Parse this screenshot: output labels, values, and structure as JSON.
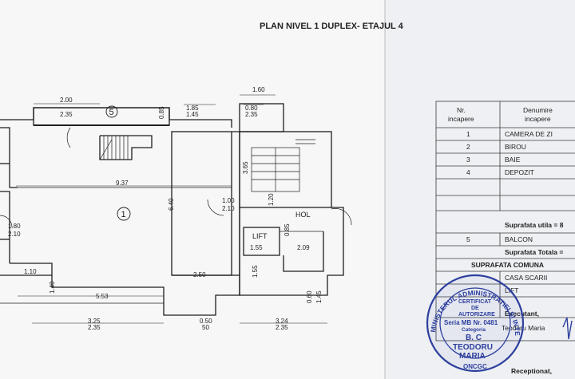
{
  "document": {
    "title": "PLAN NIVEL 1 DUPLEX- ETAJUL 4"
  },
  "plan": {
    "dimensions": {
      "d1_60": "1.60",
      "d2_00": "2.00",
      "d2_35a": "2.35",
      "d0_85": "0.85",
      "d1_85": "1.85",
      "d1_45a": "1.45",
      "d0_80": "0.80",
      "d2_35b": "2.35",
      "d9_37": "9.37",
      "d3_65": "3.65",
      "d6_40": "6.40",
      "d1_00": "1.00",
      "d2_10a": "2.10",
      "d1_80": "1.80",
      "d2_10b": "2.10",
      "d1_20": "1.20",
      "d0_85b": "0.85",
      "d1_55": "1.55",
      "d2_09": "2.09",
      "d1_10": "1.10",
      "d1_40": "1.40",
      "d2_50": "2.50",
      "d5_53": "5.53",
      "d1_55b": "1.55",
      "d0_60": "0.60",
      "d1_45b": "1.45",
      "d3_25": "3.25",
      "d2_35c": "2.35",
      "d0_50": "0.50",
      "d50": "50",
      "d3_24": "3.24",
      "d2_35d": "2.35"
    },
    "labels": {
      "room1": "1",
      "room5": "5",
      "hol": "HOL",
      "lift": "LIFT"
    }
  },
  "table": {
    "header": {
      "nr": "Nr.\nincapere",
      "name": "Denumire\nincapere"
    },
    "header_nr_l1": "Nr.",
    "header_nr_l2": "incapere",
    "header_name_l1": "Denumire",
    "header_name_l2": "incapere",
    "rows": [
      {
        "nr": "1",
        "name": "CAMERA DE ZI"
      },
      {
        "nr": "2",
        "name": "BIROU"
      },
      {
        "nr": "3",
        "name": "BAIE"
      },
      {
        "nr": "4",
        "name": "DEPOZIT"
      }
    ],
    "suprafata_utila": "Suprafata utila = 8",
    "balcon_nr": "5",
    "balcon_name": "BALCON",
    "suprafata_totala": "Suprafata Totala =",
    "suprafata_comuna": "SUPRAFATA COMUNA",
    "casa_scarii": "CASA SCARII",
    "lift": "LIFT",
    "executant": "Executant,",
    "executant_name": "Teodoru Maria",
    "receptionat": "Receptionat,"
  },
  "stamp": {
    "outer_text": "MINISTERUL ADMINISTRATIEI SI INTERNELOR",
    "certificat": "CERTIFICAT",
    "de": "DE",
    "autorizare": "AUTORIZARE",
    "seria": "Seria MB Nr. 0481",
    "categoria": "Categoria",
    "bc": "B. C",
    "teodoru": "TEODORU",
    "maria": "MARIA",
    "oncgc": "ONCGC"
  }
}
